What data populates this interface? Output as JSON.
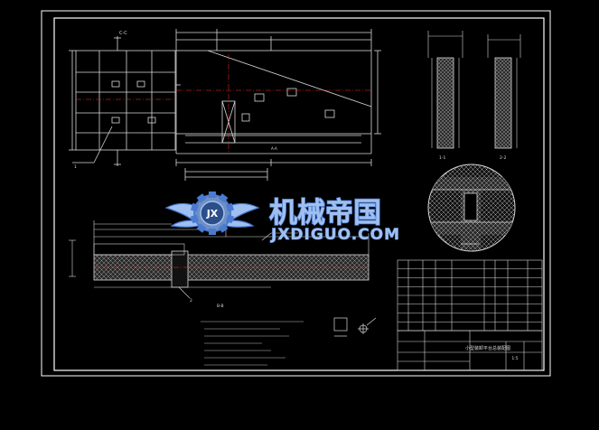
{
  "watermark": {
    "brand_cn": "机械帝国",
    "brand_en": "JXDIGUO.COM",
    "emblem_letters": "JX",
    "colors": {
      "primary": "#4a7bd0",
      "secondary": "#9fbff0",
      "emblem": "#6f8fc4"
    }
  },
  "drawing_colors": {
    "background": "#000000",
    "frame": "#ffffff",
    "linework": "#d8d8d8",
    "hatch": "#bdbdbd",
    "centerline": "#ff3030"
  },
  "labels": {
    "section_a": "A-A",
    "section_b": "B-B",
    "section_c": "C-C",
    "section_1": "1-1",
    "section_2": "2-2",
    "detail_1": "1",
    "detail_2": "2"
  },
  "title_block": {
    "drawing_title": "小型装卸平台总装配图",
    "scale": "1:5"
  }
}
